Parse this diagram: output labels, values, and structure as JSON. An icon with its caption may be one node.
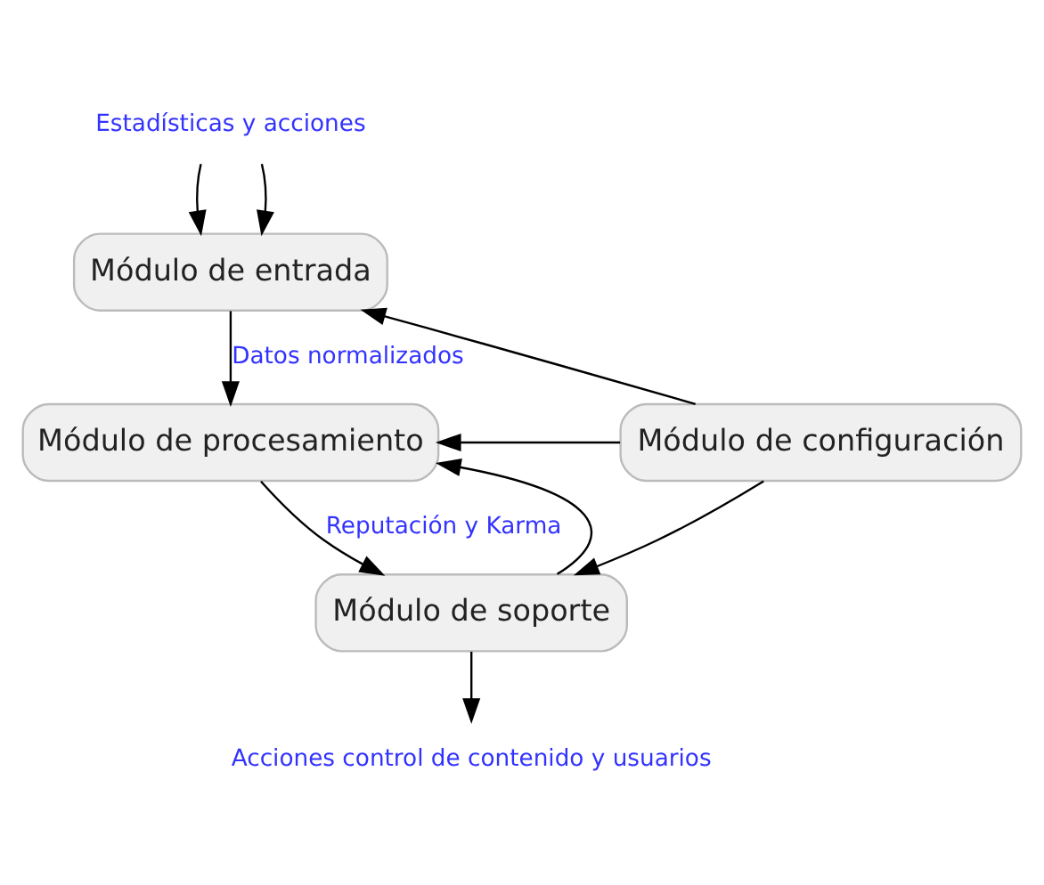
{
  "diagram": {
    "nodes": [
      {
        "text": [
          "Estadísticas y acciones"
        ]
      },
      {
        "text": [
          "Módulo de entrada"
        ]
      },
      {
        "text": [
          "Módulo de procesamiento"
        ]
      },
      {
        "text": [
          "Módulo de configuración"
        ]
      },
      {
        "text": [
          "Módulo de soporte"
        ]
      },
      {
        "text": [
          "Acciones control de contenido y usuarios"
        ]
      }
    ],
    "edges": [
      {
        "from": 0,
        "to": 1,
        "arrow": "to"
      },
      {
        "from": 0,
        "to": 1,
        "arrow": "to"
      },
      {
        "from": 3,
        "to": 1,
        "arrow": "to"
      },
      {
        "from": 1,
        "to": 2,
        "arrow": "to",
        "label": "Datos normalizados"
      },
      {
        "from": 3,
        "to": 2,
        "arrow": "to"
      },
      {
        "from": 4,
        "to": 2,
        "arrow": "to"
      },
      {
        "from": 2,
        "to": 4,
        "arrow": "to",
        "label": "Reputación y Karma"
      },
      {
        "from": 3,
        "to": 4,
        "arrow": "to"
      },
      {
        "from": 4,
        "to": 5,
        "arrow": "to"
      }
    ]
  }
}
